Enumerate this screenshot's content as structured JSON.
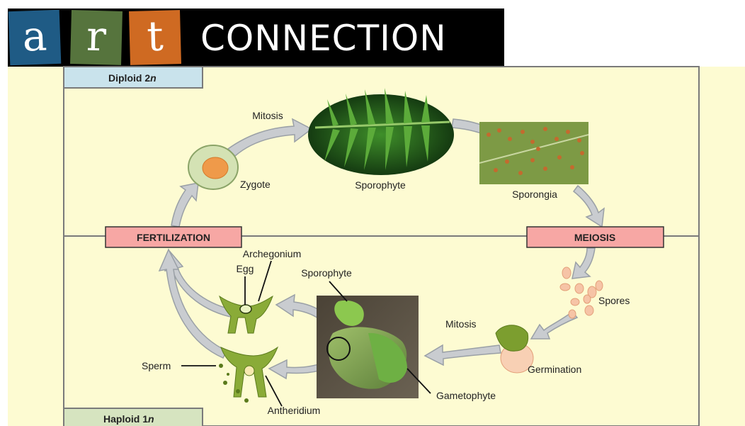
{
  "header": {
    "letters": [
      "a",
      "r",
      "t"
    ],
    "word": "CONNECTION",
    "colors": {
      "a": "#1f5b85",
      "r": "#56743d",
      "t": "#cf6a22"
    }
  },
  "zones": {
    "diploid_prefix": "Diploid 2",
    "diploid_suffix": "n",
    "haploid_prefix": "Haploid 1",
    "haploid_suffix": "n"
  },
  "boxes": {
    "fertilization": "FERTILIZATION",
    "meiosis": "MEIOSIS"
  },
  "labels": {
    "mitosis_top": "Mitosis",
    "zygote": "Zygote",
    "sporophyte_top": "Sporophyte",
    "sporangia": "Sporongia",
    "spores": "Spores",
    "mitosis_bottom": "Mitosis",
    "germination": "Germination",
    "gametophyte": "Gametophyte",
    "sporophyte_bottom": "Sporophyte",
    "archegonium": "Archegonium",
    "egg": "Egg",
    "sperm": "Sperm",
    "antheridium": "Antheridium"
  },
  "colors": {
    "background": "#fdfbd2",
    "box_fill": "#f7a7a4",
    "zone_label_fill": "#c9e3ec",
    "haploid_label_fill": "#d6e4c0",
    "arrow": "#c9ccd0",
    "plant_green": "#7c9e2f"
  }
}
